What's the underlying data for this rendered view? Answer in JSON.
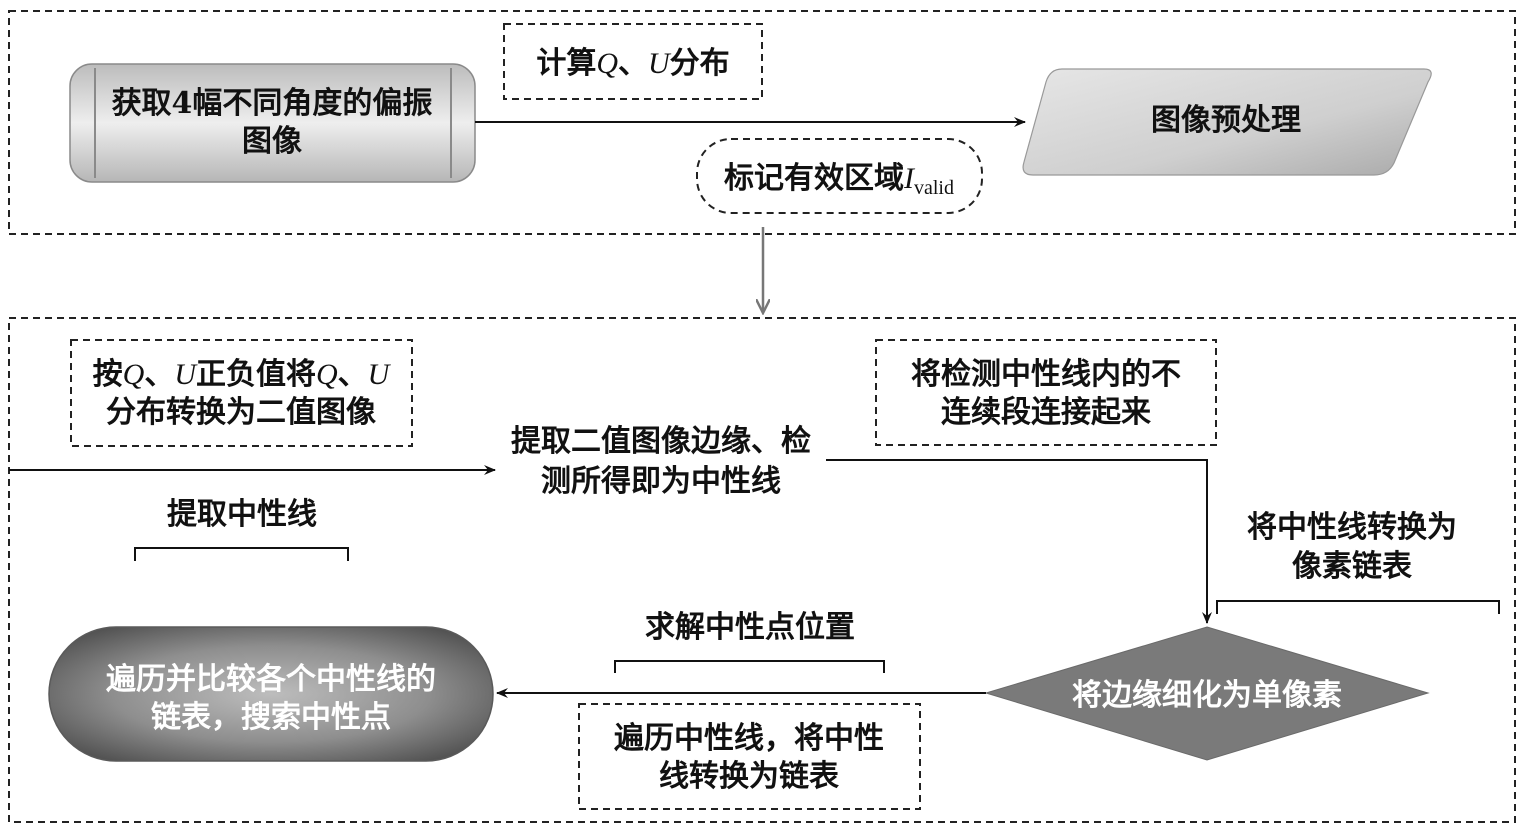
{
  "stage1": {
    "acquire_line1": "获取4幅不同角度的偏振",
    "acquire_line2": "图像",
    "compute": {
      "prefix": "计算",
      "q": "Q",
      "sep": "、",
      "u": "U",
      "suffix": "分布"
    },
    "mark": {
      "prefix": "标记有效区域",
      "var": "I",
      "subscript": "valid"
    },
    "preprocess": "图像预处理"
  },
  "stage2": {
    "binarize": {
      "pre": "按",
      "q1": "Q",
      "sep1": "、",
      "u1": "U",
      "mid": "正负值将",
      "q2": "Q",
      "sep2": "、",
      "u2": "U",
      "line2": "分布转换为二值图像"
    },
    "extract_edges_line1": "提取二值图像边缘、检",
    "extract_edges_line2": "测所得即为中性线",
    "extract_neutral_label": "提取中性线",
    "connect_line1": "将检测中性线内的不",
    "connect_line2": "连续段连接起来",
    "to_pixel_list_line1": "将中性线转换为",
    "to_pixel_list_line2": "像素链表",
    "thin": "将边缘细化为单像素",
    "solve_label": "求解中性点位置",
    "traverse_line1": "遍历中性线，将中性",
    "traverse_line2": "线转换为链表",
    "result_line1": "遍历并比较各个中性线的",
    "result_line2": "链表，搜索中性点"
  }
}
